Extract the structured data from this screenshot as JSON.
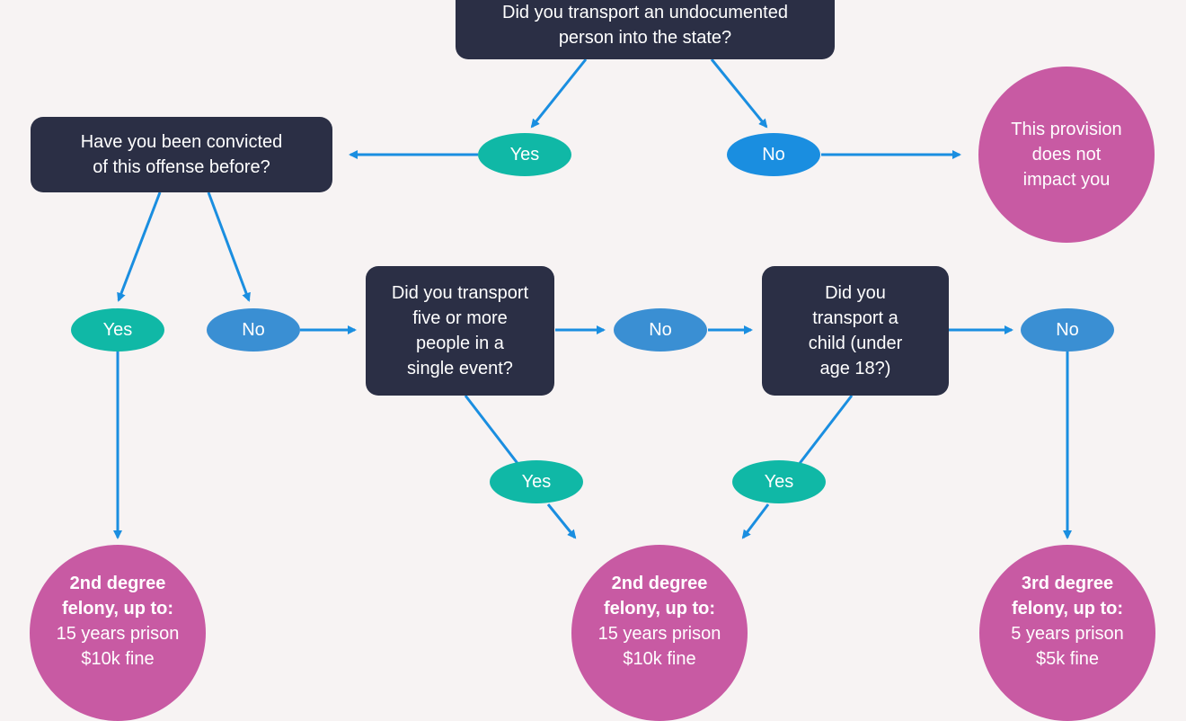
{
  "colors": {
    "background": "#f7f3f3",
    "question_box": "#2b2f45",
    "yes": "#10b8a6",
    "no": "#3a8fd3",
    "outcome": "#c85aa3",
    "arrow": "#1a8ee0"
  },
  "questions": {
    "q1": {
      "line1": "Did you transport an undocumented",
      "line2": "person into the state?"
    },
    "q2": {
      "line1": "Have you been convicted",
      "line2": "of this offense before?"
    },
    "q3": {
      "line1": "Did you transport",
      "line2": "five or more",
      "line3": "people in a",
      "line4": "single event?"
    },
    "q4": {
      "line1": "Did you",
      "line2": "transport a",
      "line3": "child (under",
      "line4": "age 18?)"
    }
  },
  "answers": {
    "yes": "Yes",
    "no": "No"
  },
  "outcomes": {
    "none": {
      "line1": "This provision",
      "line2": "does not",
      "line3": "impact you"
    },
    "left": {
      "title1": "2nd degree",
      "title2": "felony, up to:",
      "line1": "15 years prison",
      "line2": "$10k fine"
    },
    "center": {
      "title1": "2nd degree",
      "title2": "felony, up to:",
      "line1": "15 years prison",
      "line2": "$10k fine"
    },
    "right": {
      "title1": "3rd degree",
      "title2": "felony, up to:",
      "line1": "5 years prison",
      "line2": "$5k fine"
    }
  }
}
